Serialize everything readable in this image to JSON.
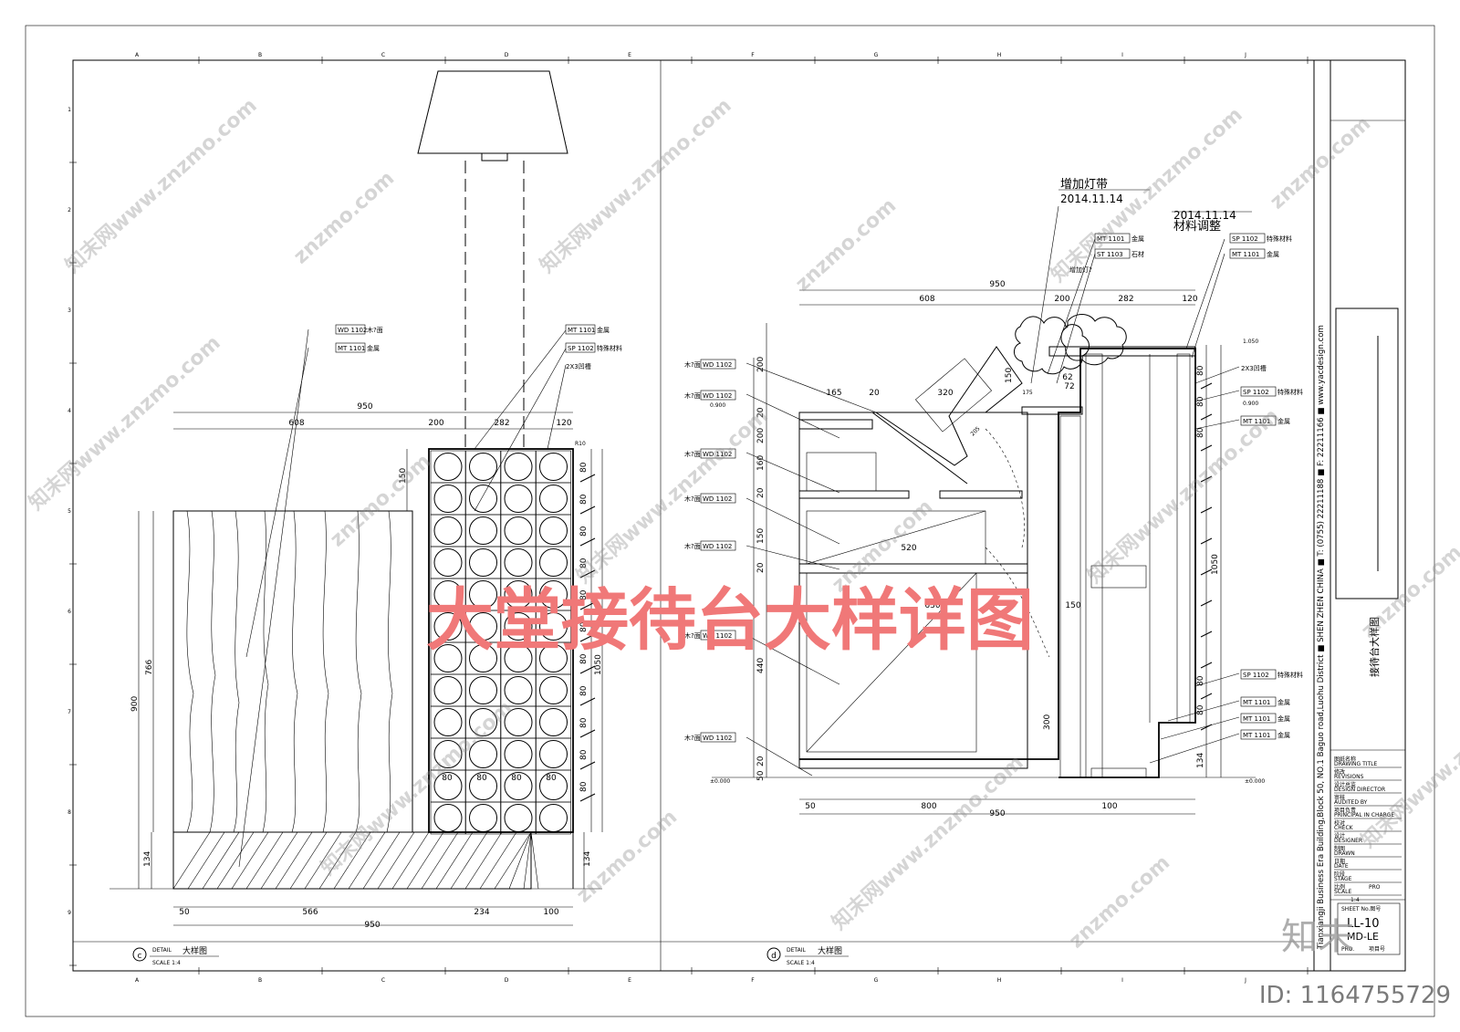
{
  "banner_title": "大堂接待台大样详图",
  "watermark": "znzmo.com",
  "watermark_cn": "知末网www.znzmo.com",
  "grid_columns": [
    "A",
    "B",
    "C",
    "D",
    "E",
    "F",
    "G",
    "H",
    "I",
    "J"
  ],
  "grid_rows": [
    "1",
    "2",
    "3",
    "4",
    "5",
    "6",
    "7",
    "8",
    "9"
  ],
  "detail_c": {
    "badge": "c",
    "caption": "DETAIL",
    "title": "大样图",
    "scale": "SCALE   1:4",
    "top_dims": [
      "950",
      "608",
      "200",
      "282",
      "120"
    ],
    "side_dims": [
      "150",
      "1050",
      "766",
      "900",
      "134",
      "134"
    ],
    "grid_dims": [
      "80",
      "80",
      "80",
      "80",
      "80",
      "80",
      "80",
      "80",
      "80",
      "80",
      "80"
    ],
    "cell_dims": [
      "80",
      "80",
      "80",
      "80"
    ],
    "bottom_dims": [
      "50",
      "566",
      "234",
      "100",
      "950"
    ],
    "corner": "R10",
    "tags": [
      {
        "code": "WD 1102",
        "text": "木?面"
      },
      {
        "code": "MT 1101",
        "text": "金属"
      },
      {
        "code": "MT 1101",
        "text": "金属"
      },
      {
        "code": "SP 1102",
        "text": "特殊材料"
      }
    ],
    "groove": "2X3凹槽"
  },
  "detail_d": {
    "badge": "d",
    "caption": "DETAIL",
    "title": "大样图",
    "scale": "SCALE   1:4",
    "note1": "增加灯带",
    "note1_date": "2014.11.14",
    "note2": "材料调整",
    "note2_date": "2014.11.14",
    "light_note": "增加灯?",
    "top_dims": [
      "950",
      "608",
      "200",
      "282",
      "120"
    ],
    "inner_dims": [
      "165",
      "20",
      "320",
      "150",
      "62",
      "72",
      "175",
      "205",
      "520",
      "630",
      "150"
    ],
    "left_dims": [
      "200",
      "20",
      "200",
      "160",
      "20",
      "150",
      "20",
      "440",
      "20",
      "50"
    ],
    "right_dims": [
      "80",
      "80",
      "80",
      "1050",
      "80",
      "80",
      "134",
      "300"
    ],
    "bottom_dims": [
      "50",
      "800",
      "100",
      "950"
    ],
    "levels": [
      "1.050",
      "0.900",
      "0.900",
      "±0.000",
      "±0.000"
    ],
    "tags_left": [
      {
        "code": "WD 1102",
        "text": "木?面"
      },
      {
        "code": "WD 1102",
        "text": "木?面"
      },
      {
        "code": "WD 1102",
        "text": "木?面"
      },
      {
        "code": "WD 1102",
        "text": "木?面"
      },
      {
        "code": "WD 1102",
        "text": "木?面"
      },
      {
        "code": "WD 1102",
        "text": "木?面"
      },
      {
        "code": "WD 1102",
        "text": "木?面"
      }
    ],
    "tags_top": [
      {
        "code": "MT 1101",
        "text": "金属"
      },
      {
        "code": "ST 1103",
        "text": "石材"
      },
      {
        "code": "SP 1102",
        "text": "特殊材料"
      },
      {
        "code": "MT 1101",
        "text": "金属"
      }
    ],
    "tags_right": [
      {
        "code": "2X3凹槽",
        "text": ""
      },
      {
        "code": "SP 1102",
        "text": "特殊材料"
      },
      {
        "code": "MT 1101",
        "text": "金属"
      },
      {
        "code": "SP 1102",
        "text": "特殊材料"
      },
      {
        "code": "MT 1101",
        "text": "金属"
      },
      {
        "code": "MT 1101",
        "text": "金属"
      },
      {
        "code": "MT 1101",
        "text": "金属"
      }
    ]
  },
  "title_block": {
    "vertical_address": "Tianxiangji Business Era Building,Block 50, NO.1 Baguo road,Luohu District ■ SHEN ZHEN CHINA ■ T: (0755) 22211188 ■ F: 22211166 ■ www.yacdesign.com",
    "drawing_title": "接待台大样图",
    "fields": [
      {
        "cn": "图纸名称",
        "en": "DRAWING TITLE"
      },
      {
        "cn": "修改",
        "en": "REVISIONS"
      },
      {
        "cn": "设计总监",
        "en": "DESIGN DIRECTOR"
      },
      {
        "cn": "审核",
        "en": "AUDITED BY"
      },
      {
        "cn": "项目负责",
        "en": "PRINCIPAL IN CHARGE"
      },
      {
        "cn": "校对",
        "en": "CHECK"
      },
      {
        "cn": "设计",
        "en": "DESIGNER"
      },
      {
        "cn": "制图",
        "en": "DRAWN"
      },
      {
        "cn": "日期",
        "en": "DATE"
      },
      {
        "cn": "阶段",
        "en": "STAGE"
      },
      {
        "cn": "比例",
        "en": "SCALE"
      }
    ],
    "stage_value": "PRO",
    "scale_value": "1:4",
    "sheet_label": "SHEET No.图号",
    "sheet_no": "LL-10",
    "sheet_sub": "MD-LE",
    "project_label": "PRO.",
    "project_value": "项目号"
  },
  "brand_logo": "知末",
  "image_id": "ID: 1164755729"
}
